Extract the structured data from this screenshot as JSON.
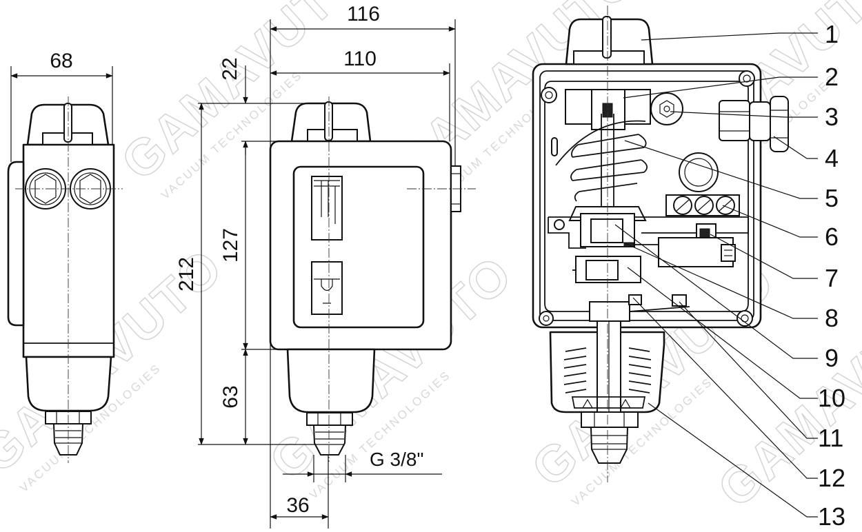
{
  "watermark": {
    "brand": "GAMAVUTO",
    "tagline": "VACUUM TECHNOLOGIES"
  },
  "front_view": {
    "width_label": "68"
  },
  "side_view": {
    "overall_width_label": "116",
    "body_width_label": "110",
    "knob_height_label": "22",
    "overall_height_label": "212",
    "body_height_label": "127",
    "bottom_height_label": "63",
    "fitting_width_label": "36",
    "thread_label": "G 3/8\""
  },
  "section_view": {
    "part_numbers": [
      "1",
      "2",
      "3",
      "4",
      "5",
      "6",
      "7",
      "8",
      "9",
      "10",
      "11",
      "12",
      "13"
    ]
  },
  "colors": {
    "line": "#111111",
    "background": "#ffffff",
    "watermark": "#d4d4d4"
  }
}
